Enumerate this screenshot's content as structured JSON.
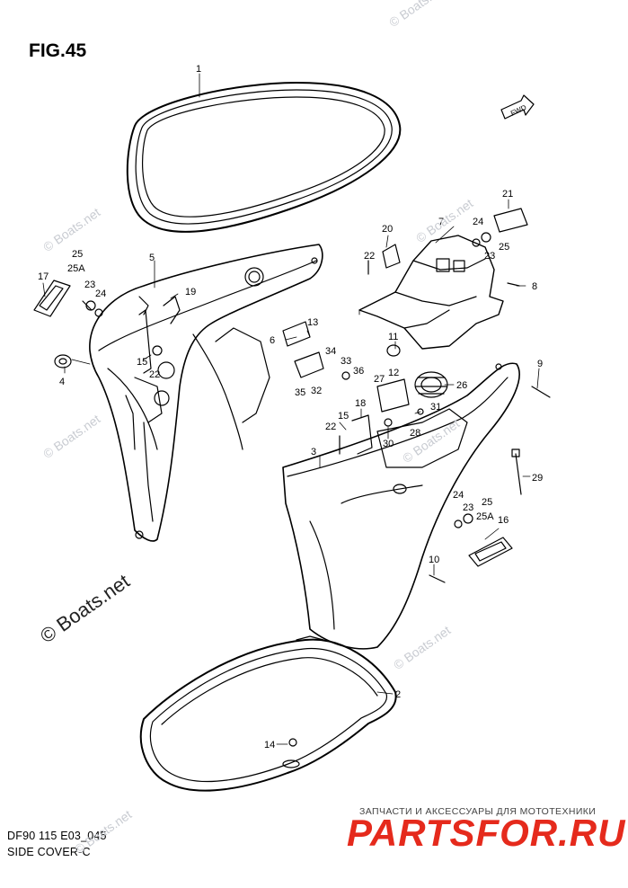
{
  "figure": {
    "title": "FIG.45",
    "model_code": "DF90 115 E03_045",
    "section_name": "SIDE COVER-C"
  },
  "watermarks": {
    "small_text": "© Boats.net",
    "large_text": "© Boats.net"
  },
  "direction_marker": {
    "text": "FWD"
  },
  "shop_banner": {
    "tagline": "ЗАПЧАСТИ И АКСЕССУАРЫ ДЛЯ МОТОТЕХНИКИ",
    "logo": "PARTSFOR.RU",
    "logo_color": "#e52a1c"
  },
  "callouts": {
    "c1": "1",
    "c2": "2",
    "c3": "3",
    "c4": "4",
    "c5": "5",
    "c6": "6",
    "c7": "7",
    "c8": "8",
    "c9": "9",
    "c10": "10",
    "c11": "11",
    "c12": "12",
    "c13": "13",
    "c14": "14",
    "c15a": "15",
    "c15b": "15",
    "c16": "16",
    "c17": "17",
    "c18": "18",
    "c19": "19",
    "c20": "20",
    "c21": "21",
    "c22a": "22",
    "c22b": "22",
    "c22c": "22",
    "c23a": "23",
    "c23b": "23",
    "c23c": "23",
    "c24a": "24",
    "c24b": "24",
    "c24c": "24",
    "c25a": "25",
    "c25b": "25",
    "c25c": "25",
    "c25Aa": "25A",
    "c25Ab": "25A",
    "c26": "26",
    "c27": "27",
    "c28": "28",
    "c29": "29",
    "c30": "30",
    "c31": "31",
    "c32": "32",
    "c33": "33",
    "c34": "34",
    "c35": "35",
    "c36": "36"
  }
}
